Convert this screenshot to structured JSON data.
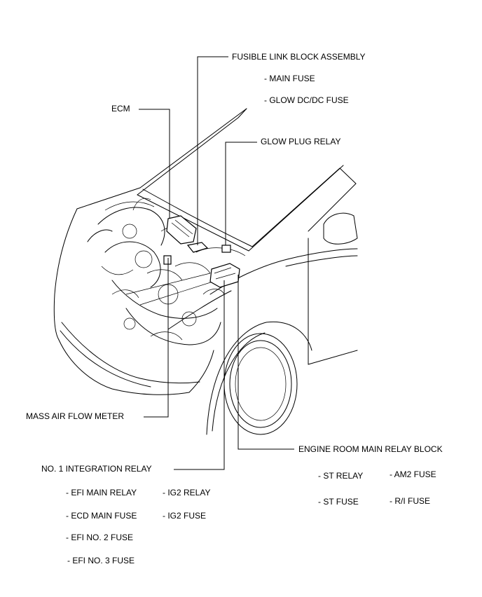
{
  "labels": {
    "fusible_link_block": "FUSIBLE LINK BLOCK ASSEMBLY",
    "main_fuse": "- MAIN FUSE",
    "glow_dcdc_fuse": "- GLOW DC/DC FUSE",
    "ecm": "ECM",
    "glow_plug_relay": "GLOW PLUG RELAY",
    "mass_air_flow_meter": "MASS AIR FLOW METER",
    "engine_room_main_relay_block": "ENGINE ROOM MAIN RELAY BLOCK",
    "no1_integration_relay": "NO. 1 INTEGRATION RELAY",
    "efi_main_relay": "- EFI MAIN RELAY",
    "ig2_relay": "- IG2 RELAY",
    "ecd_main_fuse": "- ECD MAIN FUSE",
    "ig2_fuse": "- IG2 FUSE",
    "efi_no2_fuse": "- EFI NO. 2 FUSE",
    "efi_no3_fuse": "- EFI NO. 3 FUSE",
    "st_relay": "- ST RELAY",
    "am2_fuse": "- AM2 FUSE",
    "st_fuse": "- ST FUSE",
    "ri_fuse": "- R/I FUSE"
  }
}
